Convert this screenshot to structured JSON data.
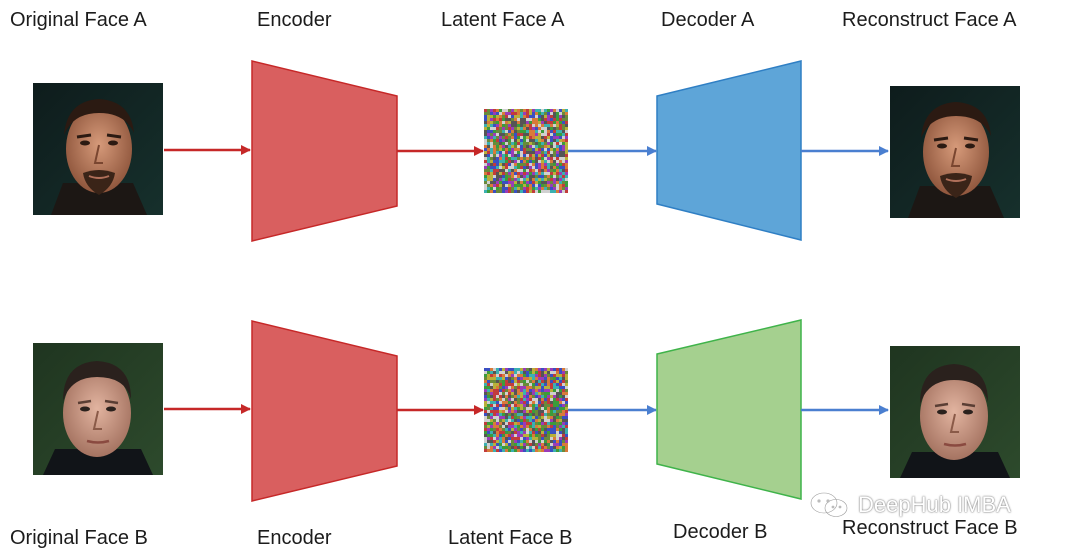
{
  "labels": {
    "original_a": "Original Face A",
    "encoder_a": "Encoder",
    "latent_a": "Latent Face A",
    "decoder_a": "Decoder A",
    "reconstruct_a": "Reconstruct Face A",
    "original_b": "Original Face B",
    "encoder_b": "Encoder",
    "latent_b": "Latent Face B",
    "decoder_b": "Decoder B",
    "reconstruct_b": "Reconstruct Face B"
  },
  "watermark": {
    "text": "DeepHub IMBA",
    "icon": "wechat-icon"
  },
  "colors": {
    "encoder_fill": "#d95f5f",
    "encoder_stroke": "#c62828",
    "decoder_a_fill": "#5ea5d8",
    "decoder_a_stroke": "#2f7fc4",
    "decoder_b_fill": "#a5d08f",
    "decoder_b_stroke": "#3fb34a",
    "red_arrow": "#c62828",
    "blue_arrow": "#4a7fd0"
  }
}
